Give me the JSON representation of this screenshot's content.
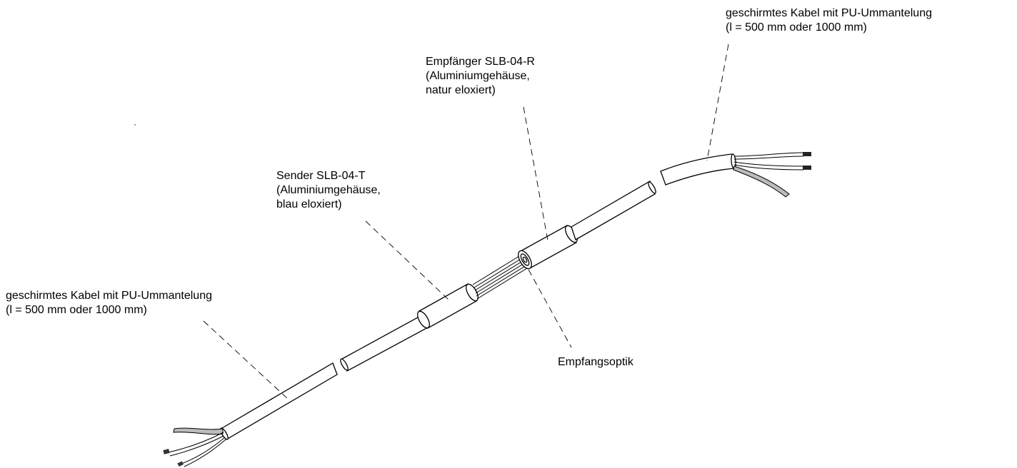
{
  "labels": {
    "cable_top_right": {
      "line1": "geschirmtes Kabel mit PU-Ummantelung",
      "line2": "(l = 500 mm oder 1000 mm)"
    },
    "receiver": {
      "line1": "Empfänger SLB-04-R",
      "line2": "(Aluminiumgehäuse,",
      "line3": "natur eloxiert)"
    },
    "sender": {
      "line1": "Sender SLB-04-T",
      "line2": "(Aluminiumgehäuse,",
      "line3": "blau eloxiert)"
    },
    "cable_left": {
      "line1": "geschirmtes Kabel mit PU-Ummantelung",
      "line2": "(l = 500 mm oder 1000 mm)"
    },
    "receiving_optics": {
      "line1": "Empfangsoptik"
    }
  }
}
